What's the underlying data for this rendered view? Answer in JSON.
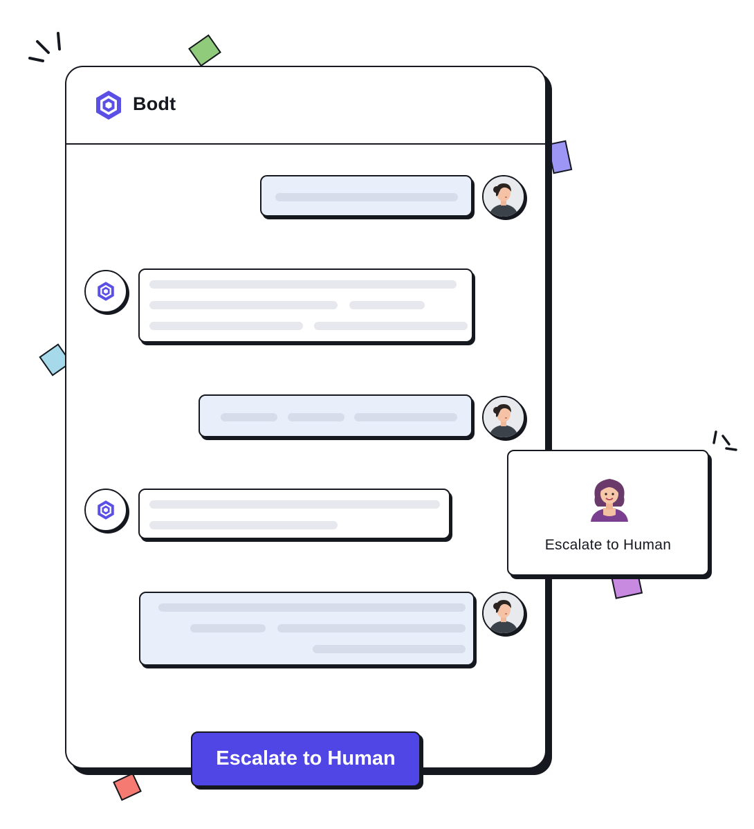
{
  "app": {
    "name": "Bodt",
    "logo_icon": "hexagon-logo-icon",
    "accent_color": "#4f46e5"
  },
  "messages": [
    {
      "sender": "user",
      "content": "placeholder-lines",
      "line_count": 1
    },
    {
      "sender": "bot",
      "content": "placeholder-lines",
      "line_count": 5
    },
    {
      "sender": "user",
      "content": "placeholder-lines",
      "line_count": 3
    },
    {
      "sender": "bot",
      "content": "placeholder-lines",
      "line_count": 2
    },
    {
      "sender": "user",
      "content": "placeholder-lines",
      "line_count": 4
    }
  ],
  "actions": {
    "escalate_button_label": "Escalate to Human"
  },
  "escalation_card": {
    "label": "Escalate to Human",
    "icon": "human-agent-avatar-icon"
  },
  "colors": {
    "user_bubble": "#e9effa",
    "bot_bubble": "#ffffff",
    "outline": "#16181f",
    "confetti": [
      "#8fcb7b",
      "#9d96f5",
      "#a6daeb",
      "#c78ae0",
      "#f47a72"
    ]
  }
}
